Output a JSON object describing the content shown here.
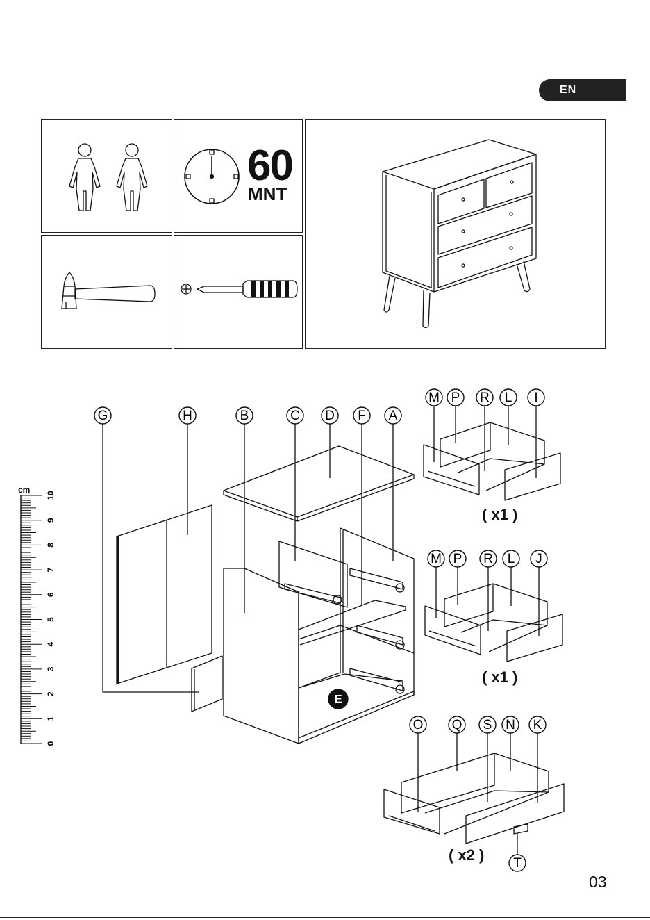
{
  "language_badge": "EN",
  "assembly": {
    "time_value": "60",
    "time_unit": "MNT"
  },
  "ruler": {
    "unit": "cm",
    "ticks": [
      "0",
      "1",
      "2",
      "3",
      "4",
      "5",
      "6",
      "7",
      "8",
      "9",
      "10"
    ]
  },
  "part_labels": {
    "main": [
      "G",
      "H",
      "B",
      "C",
      "D",
      "F",
      "A"
    ],
    "drawer_1": [
      "M",
      "P",
      "R",
      "L",
      "I"
    ],
    "drawer_2": [
      "M",
      "P",
      "R",
      "L",
      "J"
    ],
    "drawer_3": [
      "O",
      "Q",
      "S",
      "N",
      "K"
    ],
    "foot_part": "T",
    "board_mark": "E"
  },
  "quantities": {
    "drawer_1": "( x1 )",
    "drawer_2": "( x1 )",
    "drawer_3": "( x2 )"
  },
  "icons": [
    "two-persons-icon",
    "clock-icon",
    "hammer-icon",
    "screwdriver-icon",
    "dresser-illustration"
  ],
  "page_number": "03"
}
